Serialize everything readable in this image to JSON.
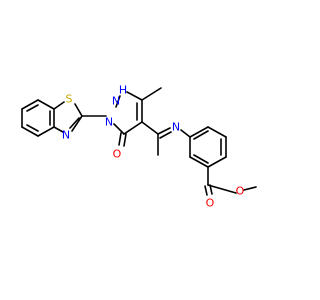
{
  "structure": {
    "atoms": {
      "S": "S",
      "N_thiazole": "N",
      "N_pyrazole": "N",
      "NH_pyrazole": "H",
      "NH_n": "N",
      "O_carbonyl": "O",
      "N_imine": "N",
      "O_ester_dbl": "O",
      "O_ester": "O"
    }
  },
  "colors": {
    "bond": "#000000",
    "sulfur": "#c8a800",
    "nitrogen": "#0000ff",
    "oxygen": "#ff0000",
    "background": "#ffffff"
  }
}
